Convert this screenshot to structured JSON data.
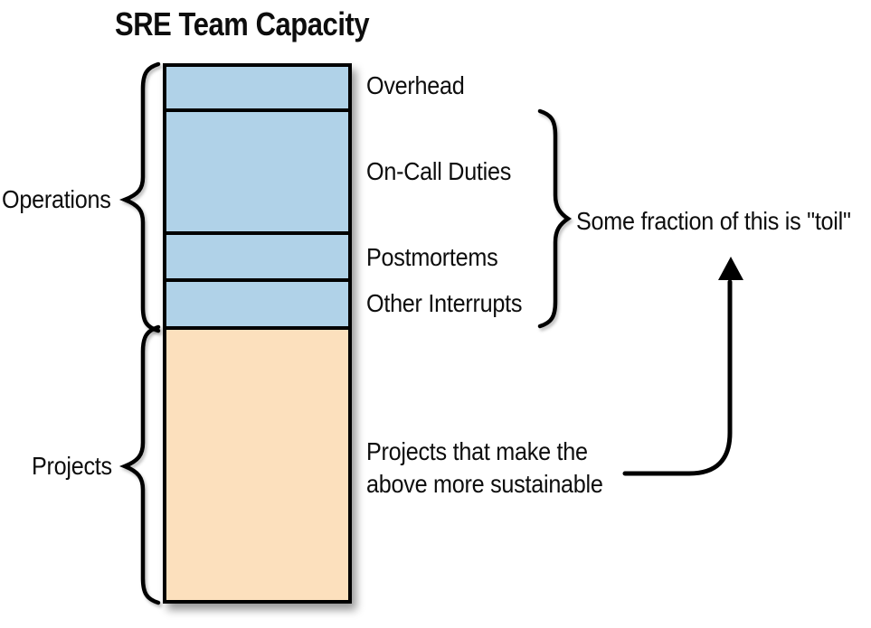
{
  "title": "SRE Team Capacity",
  "groups": [
    {
      "id": "operations",
      "label": "Operations",
      "fill": "#b0d2e8"
    },
    {
      "id": "projects",
      "label": "Projects",
      "fill": "#fce0bd"
    }
  ],
  "segments": [
    {
      "right_label": "Overhead",
      "group": "operations",
      "height_pct": 7.8
    },
    {
      "right_label": "On-Call Duties",
      "group": "operations",
      "height_pct": 23.1
    },
    {
      "right_label": "Postmortems",
      "group": "operations",
      "height_pct": 8.8
    },
    {
      "right_label": "Other Interrupts",
      "group": "operations",
      "height_pct": 9.0
    },
    {
      "right_label": "",
      "group": "projects",
      "height_pct": 51.3
    }
  ],
  "annotations": {
    "toil_note": "Some fraction of this is \"toil\"",
    "projects_note_line1": "Projects that make the",
    "projects_note_line2": "above more sustainable"
  },
  "colors": {
    "stroke": "#000000",
    "background": "#ffffff"
  }
}
